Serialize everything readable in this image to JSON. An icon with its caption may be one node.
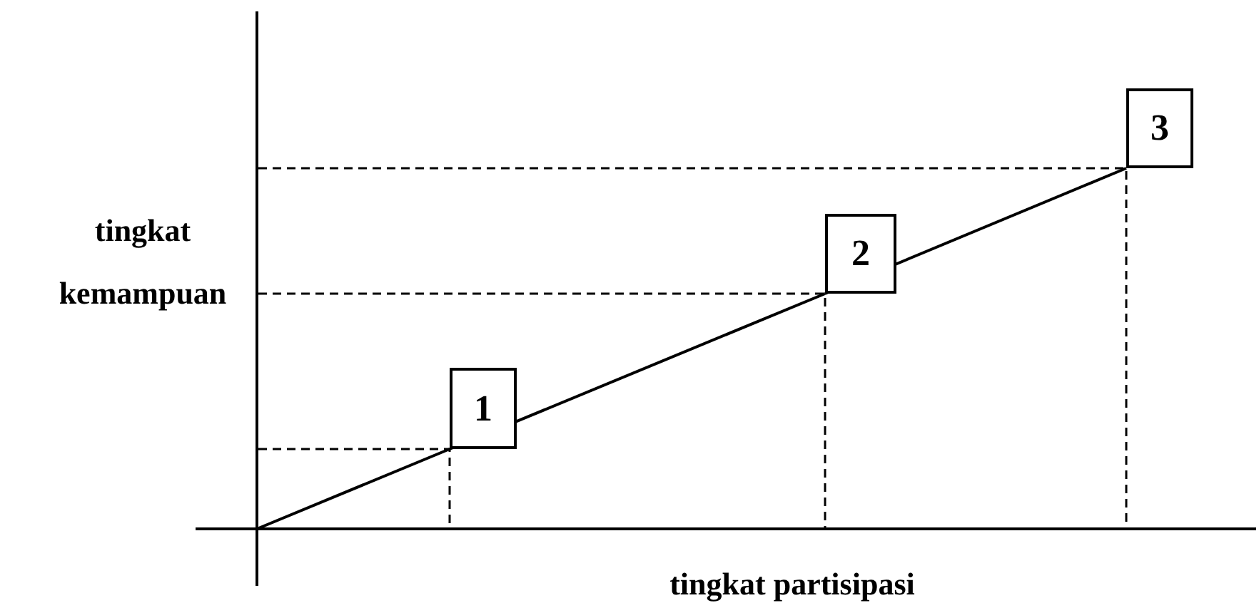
{
  "diagram": {
    "nodes": [
      {
        "text": [
          "1"
        ]
      },
      {
        "text": [
          "2"
        ]
      },
      {
        "text": [
          "3"
        ]
      }
    ],
    "edges": [
      {
        "from": null,
        "to": 0,
        "arrow": "none"
      },
      {
        "from": 0,
        "to": 1,
        "arrow": "none"
      },
      {
        "from": 1,
        "to": 2,
        "arrow": "none"
      }
    ],
    "labels": [
      "tingkat kemampuan",
      "tingkat partisipasi"
    ]
  }
}
